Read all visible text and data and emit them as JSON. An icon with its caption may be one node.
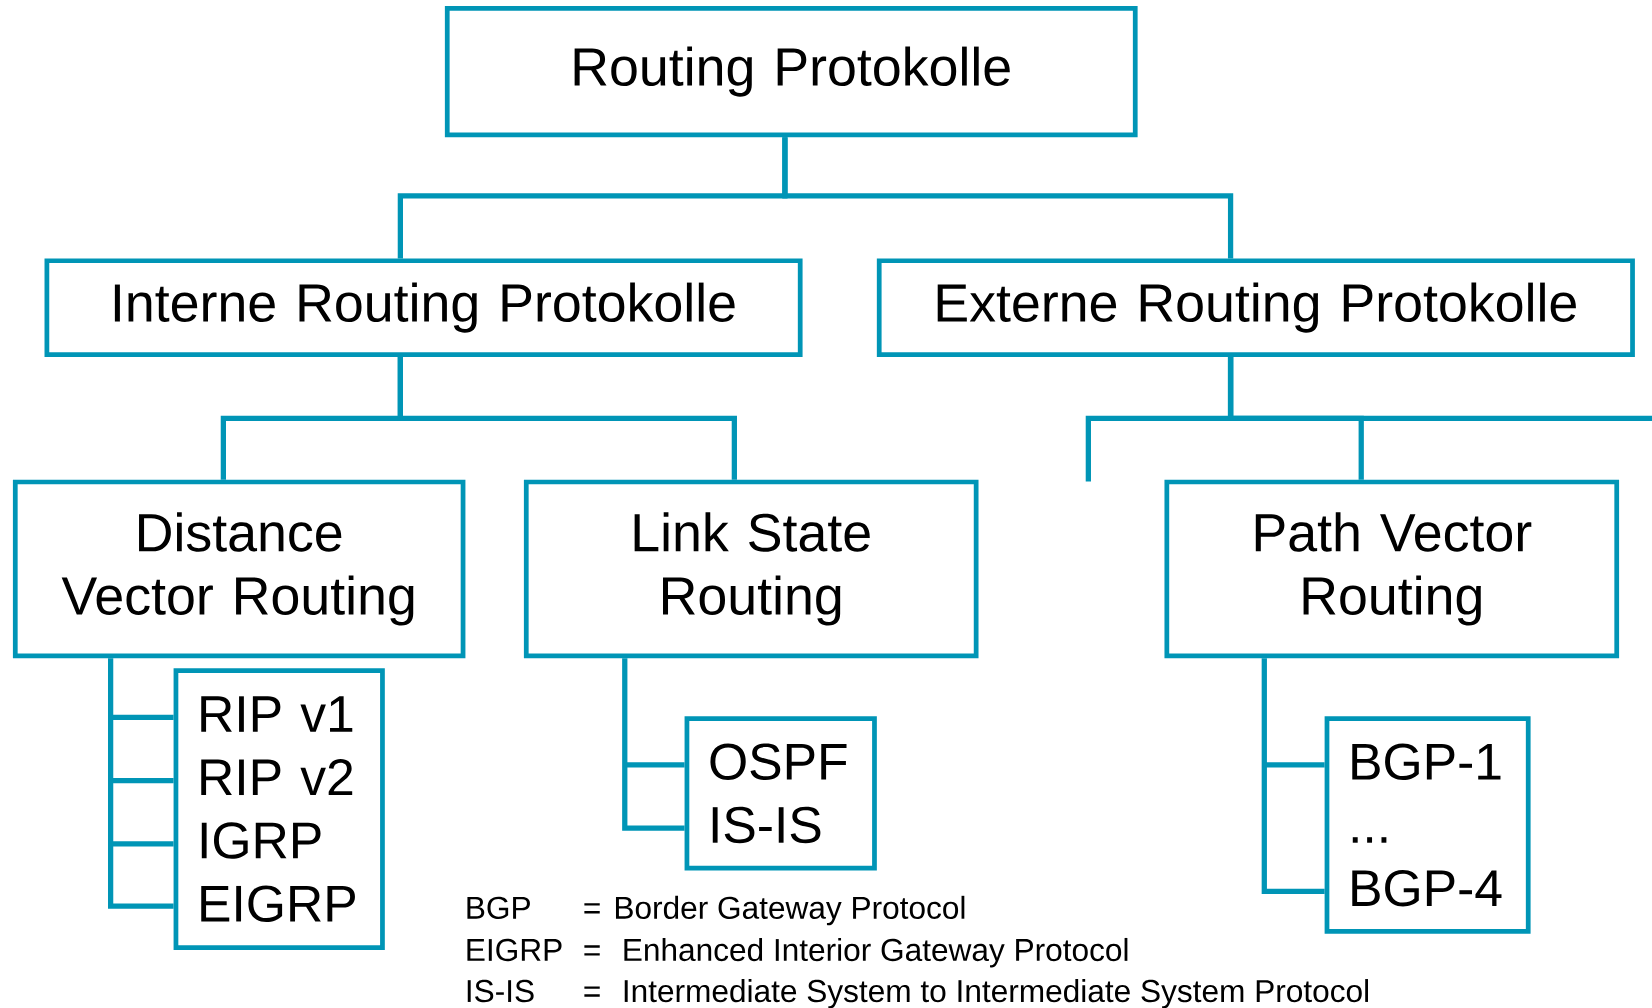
{
  "diagram": {
    "nodes": [
      {
        "text": [
          "Routing Protokolle"
        ]
      },
      {
        "text": [
          "Interne Routing Protokolle"
        ]
      },
      {
        "text": [
          "Externe Routing Protokolle"
        ]
      },
      {
        "text": [
          "Distance Vector Routing"
        ]
      },
      {
        "text": [
          "Link State Routing"
        ]
      },
      {
        "text": [
          "Path Vector Routing"
        ]
      },
      {
        "text": [
          "RIP v1",
          "RIP v2",
          "IGRP",
          "EIGRP"
        ]
      },
      {
        "text": [
          "OSPF",
          "IS-IS"
        ]
      },
      {
        "text": [
          "BGP-1",
          "...",
          "BGP-4"
        ]
      }
    ],
    "edges": [
      {
        "from": 0,
        "to": 1,
        "arrow": "none"
      },
      {
        "from": 0,
        "to": 2,
        "arrow": "none"
      },
      {
        "from": 1,
        "to": 3,
        "arrow": "none"
      },
      {
        "from": 1,
        "to": 4,
        "arrow": "none"
      },
      {
        "from": 2,
        "to": 5,
        "arrow": "none"
      },
      {
        "from": 2,
        "to": null,
        "arrow": "none"
      },
      {
        "from": 2,
        "to": null,
        "arrow": "none"
      },
      {
        "from": 3,
        "to": 6,
        "arrow": "none"
      },
      {
        "from": 4,
        "to": 7,
        "arrow": "none"
      },
      {
        "from": 5,
        "to": 8,
        "arrow": "none"
      }
    ],
    "labels": [
      "BGP",
      "=",
      "Border Gateway Protocol",
      "EIGRP",
      "=",
      "Enhanced Interior Gateway Protocol",
      "IS-IS",
      "=",
      "Intermediate System to Intermediate System Protocol"
    ]
  }
}
